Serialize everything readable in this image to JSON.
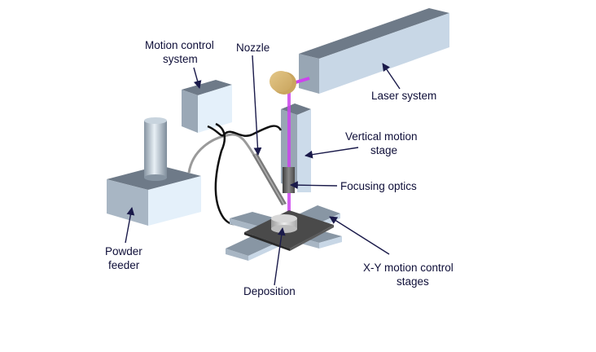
{
  "title": "Directed energy deposition system schematic",
  "colors": {
    "label_text": "#0e0e38",
    "arrow": "#1a1a4a",
    "laser_beam": "#cc44ee",
    "box_top": "#6e7a88",
    "box_front": "#a8b6c4",
    "box_side": "#dce9f4",
    "laser_head": "#d9b870",
    "substrate": "#4a4a4a"
  },
  "labels": {
    "motion_control_line1": "Motion control",
    "motion_control_line2": "system",
    "nozzle": "Nozzle",
    "laser_system": "Laser system",
    "vertical_stage_line1": "Vertical motion",
    "vertical_stage_line2": "stage",
    "focusing_optics": "Focusing optics",
    "powder_feeder_line1": "Powder",
    "powder_feeder_line2": "feeder",
    "xy_stages_line1": "X-Y motion control",
    "xy_stages_line2": "stages",
    "deposition": "Deposition"
  }
}
